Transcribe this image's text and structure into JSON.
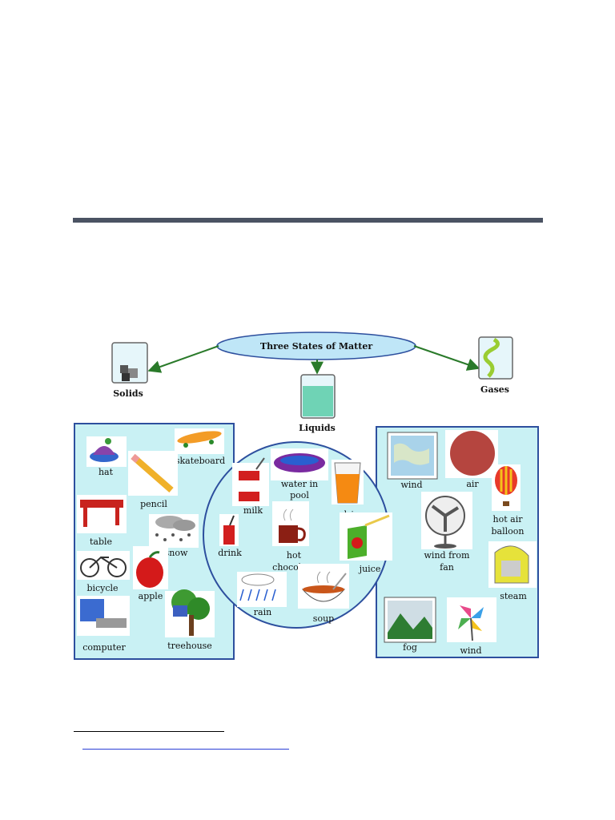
{
  "diagram": {
    "title": "Three States of Matter",
    "categories": {
      "solids": "Solids",
      "liquids": "Liquids",
      "gases": "Gases"
    },
    "solids_items": [
      "hat",
      "skateboard",
      "pencil",
      "table",
      "snow",
      "bicycle",
      "apple",
      "computer",
      "treehouse"
    ],
    "liquids_items": [
      "milk",
      "water in",
      "pool",
      "dri",
      "drink",
      "hot",
      "chocolate",
      "juice",
      "rain",
      "soup"
    ],
    "gases_items": [
      "wind",
      "air",
      "hot air",
      "balloon",
      "wind from",
      "fan",
      "steam",
      "fog",
      "wind"
    ]
  },
  "colors": {
    "panel_fill": "#c9f1f4",
    "panel_border": "#2d4f9e",
    "arrow": "#2a7a2a",
    "title_oval": "#bfe6f7",
    "rule": "#4b5363"
  }
}
